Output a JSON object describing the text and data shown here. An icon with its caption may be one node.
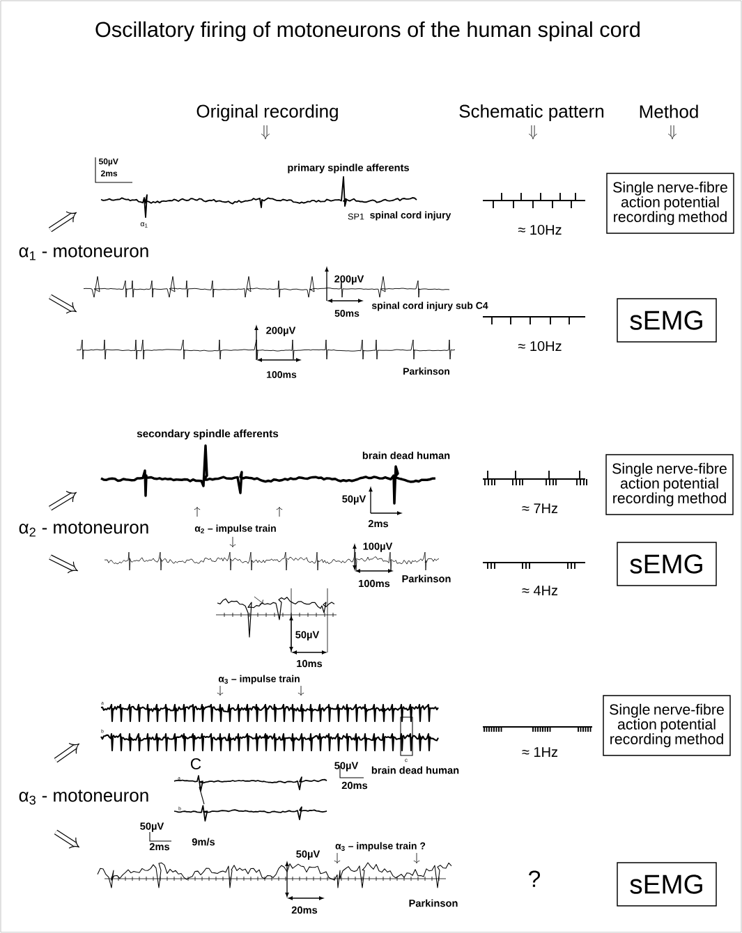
{
  "diagram": {
    "title": "Oscillatory firing of motoneurons of the human spinal cord",
    "nodes": [
      {
        "text": [
          "Single nerve-fibre action potential recording method"
        ]
      },
      {
        "text": [
          "sEMG"
        ]
      },
      {
        "text": [
          "Single nerve-fibre action potential recording method"
        ]
      },
      {
        "text": [
          "sEMG"
        ]
      },
      {
        "text": [
          "Single nerve-fibre action potential recording method"
        ]
      },
      {
        "text": [
          "sEMG"
        ]
      }
    ],
    "labels": [
      "Original recording",
      "Schematic pattern",
      "Method",
      "50µV",
      "2ms",
      "primary spindle afferents",
      "α$_{1}$",
      "SP1",
      "spinal cord injury",
      "≈ 10Hz",
      "α$_{1}$ - motoneuron",
      "200µV",
      "50ms",
      "spinal cord injury sub C4",
      "≈ 10Hz",
      "200µV",
      "100ms",
      "Parkinson",
      "secondary spindle afferents",
      "brain dead human",
      "50µV",
      "2ms",
      "≈ 7Hz",
      "α$_{2}$ - motoneuron",
      "α$_{2}$ – impulse train",
      "100µV",
      "100ms",
      "Parkinson",
      "≈ 4Hz",
      "50µV",
      "10ms",
      "α$_{3}$ – impulse train",
      "a",
      "b",
      "c",
      "≈ 1Hz",
      "C",
      "50µV",
      "brain dead human",
      "20ms",
      "a",
      "b",
      "α$_{3}$ - motoneuron",
      "50µV",
      "2ms",
      "9m/s",
      "α$_{3}$ – impulse train ?",
      "50µV",
      "?",
      "20ms",
      "Parkinson"
    ]
  }
}
